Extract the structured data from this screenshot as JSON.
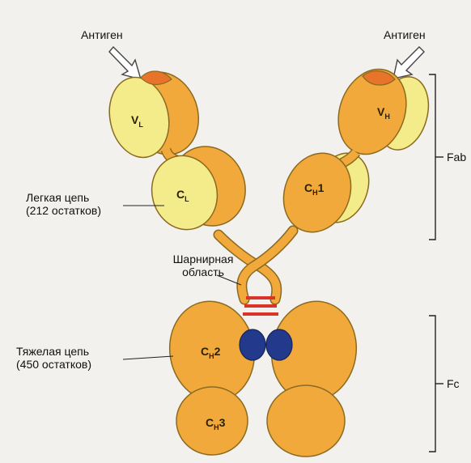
{
  "labels": {
    "antigen_left": "Антиген",
    "antigen_right": "Антиген",
    "light_chain_line1": "Легкая цепь",
    "light_chain_line2": "(212 остатков)",
    "heavy_chain_line1": "Тяжелая цепь",
    "heavy_chain_line2": "(450 остатков)",
    "hinge_line1": "Шарнирная",
    "hinge_line2": "область",
    "fab": "Fab",
    "fc": "Fc"
  },
  "domains": {
    "vl": "V",
    "vl_sub": "L",
    "cl": "C",
    "cl_sub": "L",
    "vh": "V",
    "vh_sub": "H",
    "ch1": "C",
    "ch1_sub": "H",
    "ch1_num": "1",
    "ch2": "C",
    "ch2_sub": "H",
    "ch2_num": "2",
    "ch3": "C",
    "ch3_sub": "H",
    "ch3_num": "3"
  },
  "colors": {
    "heavy_chain": "#f2a93b",
    "light_chain": "#f4ec8a",
    "antigen_site": "#e8732a",
    "disulfide_bond": "#d8342a",
    "carbohydrate": "#233a8c",
    "outline": "#8a6a1f",
    "background": "#f3f1ee"
  }
}
